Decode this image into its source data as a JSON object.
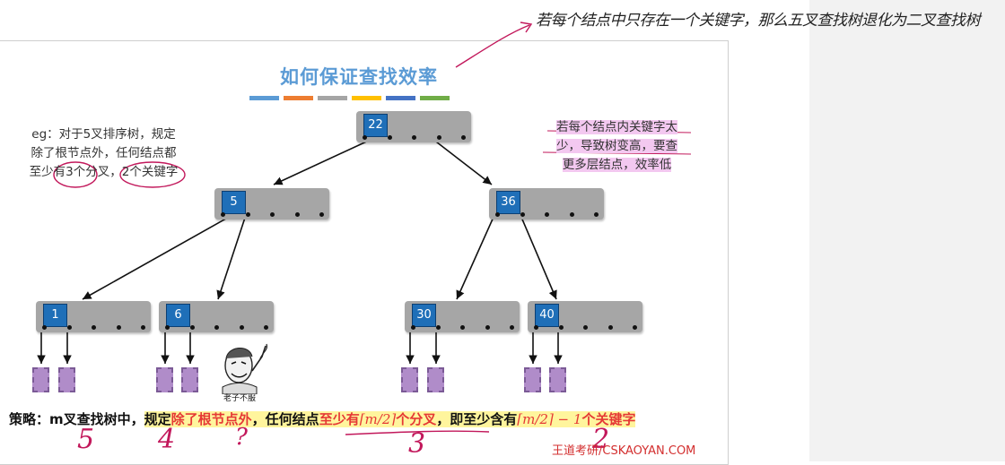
{
  "title": "如何保证查找效率",
  "title_bars": [
    "#5b9bd5",
    "#ed7d31",
    "#a5a5a5",
    "#ffc000",
    "#4472c4",
    "#70ad47"
  ],
  "left_note": {
    "line1": "eg：对于5叉排序树，规定",
    "line2": "除了根节点外，任何结点都",
    "line3": "至少有3个分叉，2个关键字"
  },
  "pink_note": {
    "line1": "若每个结点内关键字太",
    "line2": "少，导致树变高，要查",
    "line3": "更多层结点，效率低"
  },
  "handwritten_note": "若每个结点中只存在一个关键字，那么五叉查找树退化为二叉查找树",
  "nodes": {
    "root": "22",
    "mid_left": "5",
    "mid_right": "36",
    "leaf1": "1",
    "leaf2": "6",
    "leaf3": "30",
    "leaf4": "40"
  },
  "meme_caption": "老子不服",
  "strategy": {
    "prefix": "策略：m叉查找树中，",
    "rule": "规定",
    "except_root": "除了根节点外",
    "mid": "，任何结点",
    "at_least": "至少有",
    "ceil_m2": "⌈m/2⌉",
    "branches": "个分叉",
    "mid2": "，即至少含有",
    "ceil_m2_minus1": "⌈m/2⌉ − 1",
    "keys": "个关键字"
  },
  "handwritten_marks": {
    "under_m": "5",
    "under_rule": "4",
    "under_except": "?",
    "under_branches": "3",
    "under_keys": "2"
  },
  "watermark": "王道考研/CSKAOYAN.COM"
}
